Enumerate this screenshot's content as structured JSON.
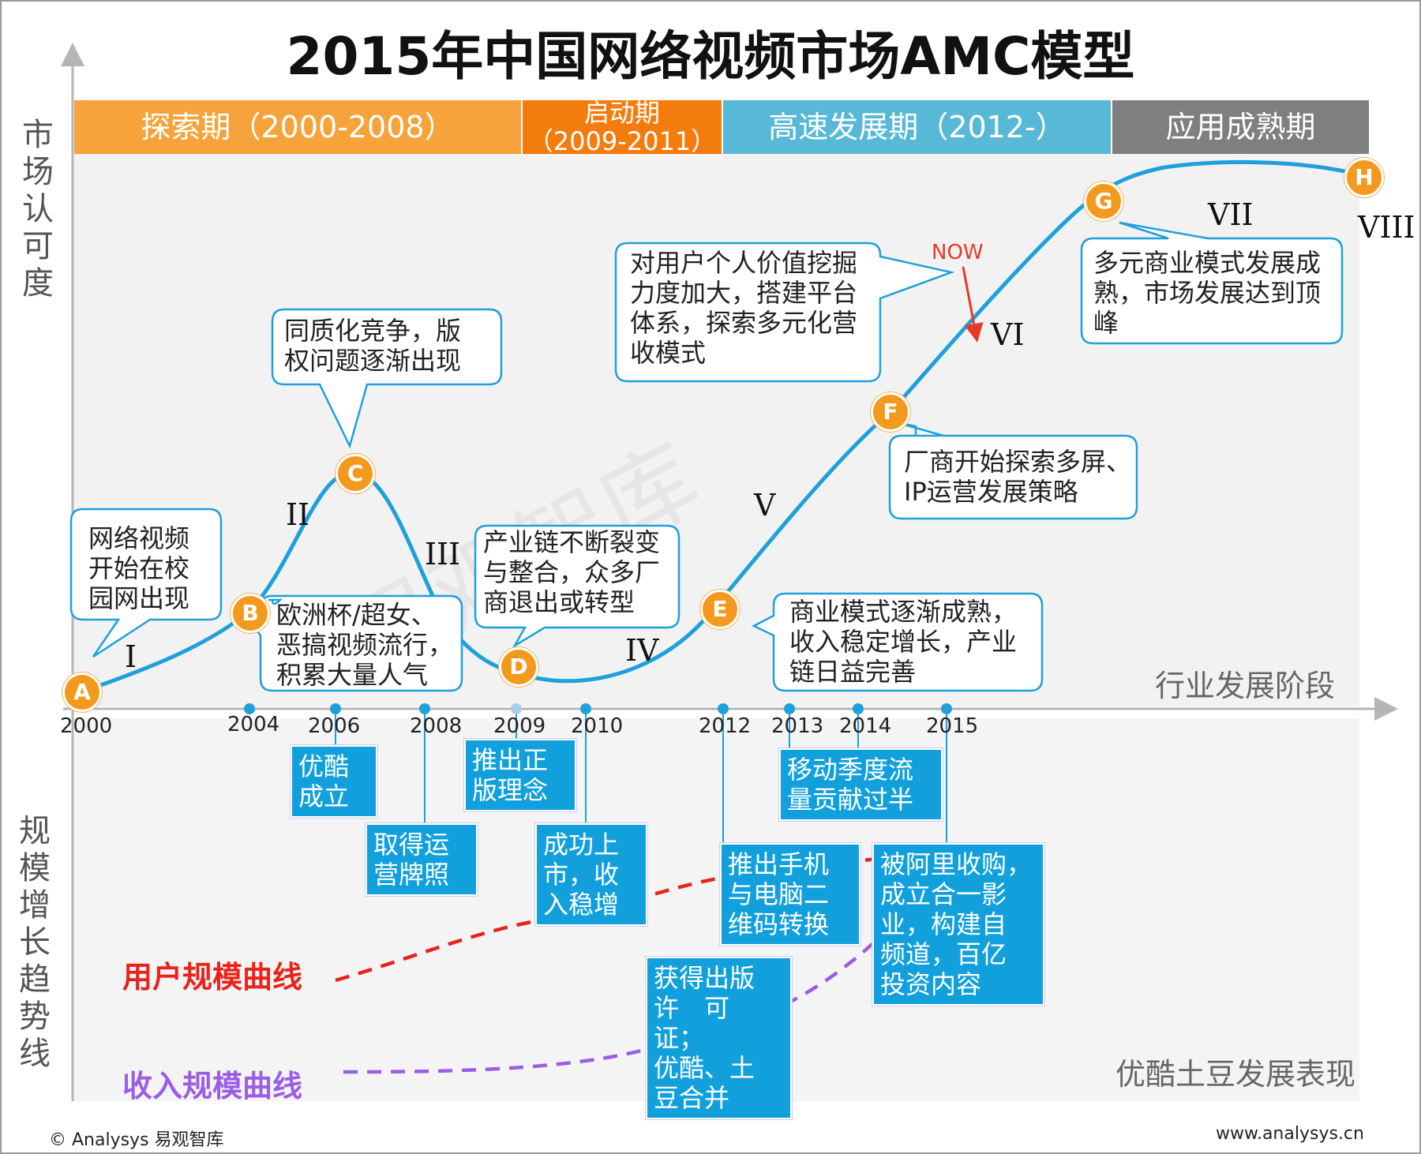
{
  "title": "2015年中国网络视频市场AMC模型",
  "y_axis_top": "市场认可度",
  "y_axis_bottom": "规模增长趋势线",
  "phases": [
    {
      "label": "探索期（2000-2008）",
      "color": "#f5a33a"
    },
    {
      "label": "启动期\n（2009-2011）",
      "color": "#f47c0c"
    },
    {
      "label": "高速发展期（2012-）",
      "color": "#58b9d6"
    },
    {
      "label": "应用成熟期",
      "color": "#7f7f7f"
    }
  ],
  "curve_color": "#1ea0db",
  "nodes": [
    "A",
    "B",
    "C",
    "D",
    "E",
    "F",
    "G",
    "H"
  ],
  "stages": [
    "I",
    "II",
    "III",
    "IV",
    "V",
    "VI",
    "VII",
    "VIII"
  ],
  "now_label": "NOW",
  "callouts": {
    "a": "网络视频\n开始在校\n园网出现",
    "b": "欧洲杯/超女、\n恶搞视频流行，\n积累大量人气",
    "c": "同质化竞争，版\n权问题逐渐出现",
    "d": "产业链不断裂变\n与整合，众多厂\n商退出或转型",
    "e": "商业模式逐渐成熟，\n收入稳定增长，产业\n链日益完善",
    "f": "厂商开始探索多屏、\nIP运营发展策略",
    "now": "对用户个人价值挖掘\n力度加大，搭建平台\n体系，探索多元化营\n收模式",
    "g": "多元商业模式发展成\n熟，市场发展达到顶\n峰"
  },
  "years": [
    "2000",
    "2004",
    "2006",
    "2008",
    "2009",
    "2010",
    "2012",
    "2013",
    "2014",
    "2015"
  ],
  "stage_axis_label": "行业发展阶段",
  "events": {
    "y2006": "优酷\n成立",
    "y2008": "取得运\n营牌照",
    "y2009": "推出正\n版理念",
    "y2010": "成功上\n市，收\n入稳增",
    "y2012a": "推出手机\n与电脑二\n维码转换",
    "y2012b": "获得出版\n许　可　证；\n优酷、土\n豆合并",
    "y2013": "移动季度流\n量贡献过半",
    "y2015": "被阿里收购，\n成立合一影\n业，构建自\n频道，百亿\n投资内容"
  },
  "user_curve_label": "用户规模曲线",
  "user_curve_color": "#e8231b",
  "revenue_curve_label": "收入规模曲线",
  "revenue_curve_color": "#9b5de5",
  "bottom_axis_label": "优酷土豆发展表现",
  "watermark": "易观智库",
  "footer_left": "© Analysys 易观智库",
  "footer_right": "www.analysys.cn"
}
